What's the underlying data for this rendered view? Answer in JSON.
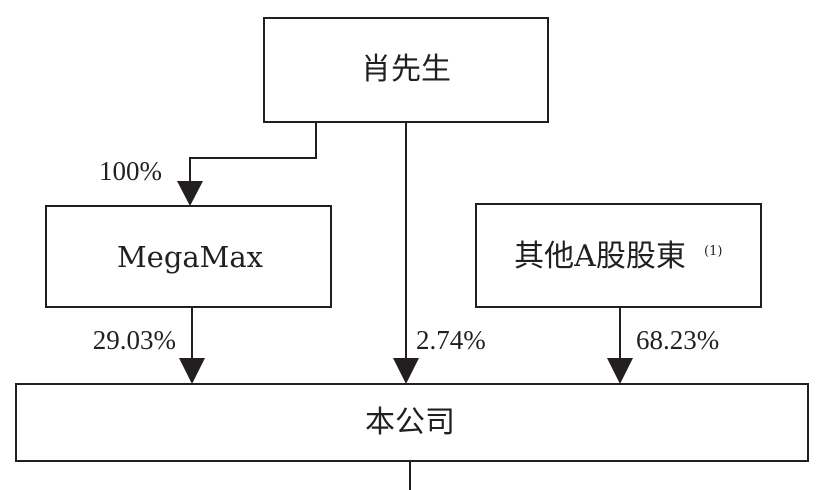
{
  "nodes": {
    "mr_xiao": "肖先生",
    "megamax": "MegaMax",
    "other_a_shareholders": "其他A股股東",
    "other_a_shareholders_note": "(1)",
    "company": "本公司"
  },
  "edges": {
    "xiao_to_megamax": "100%",
    "megamax_to_company": "29.03%",
    "xiao_to_company": "2.74%",
    "others_to_company": "68.23%"
  },
  "colors": {
    "line": "#231f20",
    "background": "#ffffff"
  }
}
